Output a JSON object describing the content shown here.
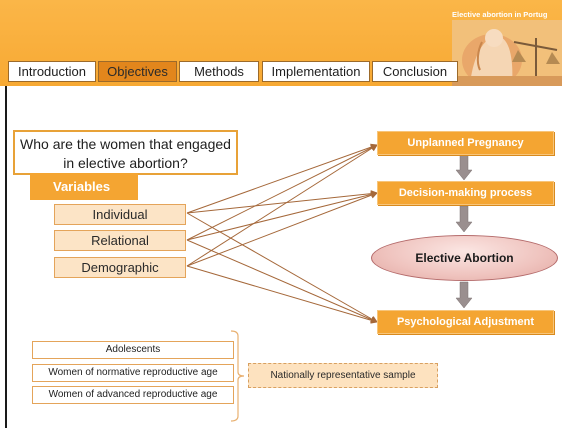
{
  "header": {
    "title": "Elective abortion in Portug"
  },
  "tabs": [
    {
      "label": "Introduction",
      "active": false
    },
    {
      "label": "Objectives",
      "active": true
    },
    {
      "label": "Methods",
      "active": false
    },
    {
      "label": "Implementation",
      "active": false
    },
    {
      "label": "Conclusion",
      "active": false
    }
  ],
  "diagram": {
    "question": "Who are the women that engaged in elective abortion?",
    "variables_label": "Variables",
    "variables": [
      "Individual",
      "Relational",
      "Demographic"
    ],
    "outcomes": {
      "unplanned": "Unplanned Pregnancy",
      "decision": "Decision-making process",
      "abortion": "Elective Abortion",
      "adjustment": "Psychological Adjustment"
    }
  },
  "samples": {
    "groups": [
      "Adolescents",
      "Women of normative reproductive age",
      "Women of advanced reproductive age"
    ],
    "summary": "Nationally representative sample"
  },
  "colors": {
    "header_orange": "#f7a933",
    "box_orange": "#f4a532",
    "arrow_brown": "#a5683a",
    "active_tab": "#e2861c"
  }
}
